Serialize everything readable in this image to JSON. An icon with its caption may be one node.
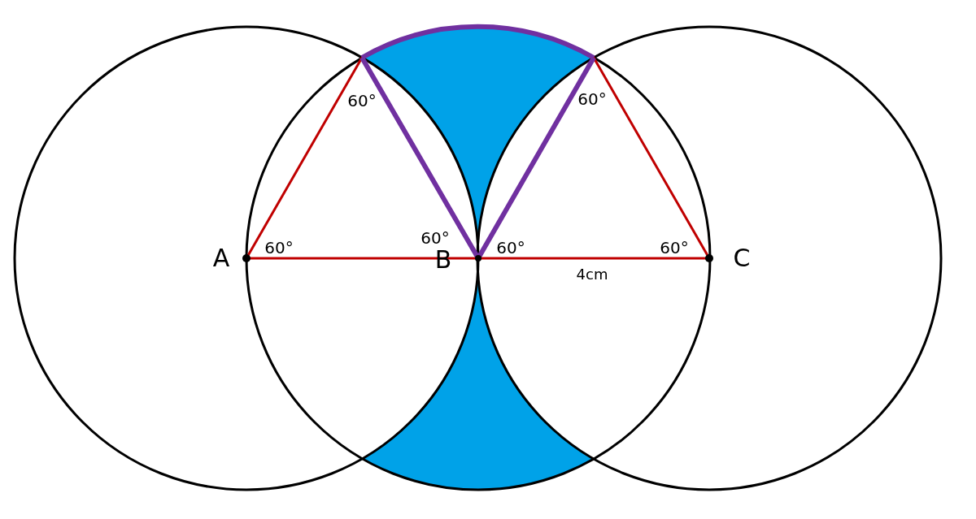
{
  "diagram": {
    "labels": [
      "60°",
      "60°",
      "60°",
      "A",
      "60°",
      "B",
      "60°",
      "60°",
      "C",
      "4cm"
    ]
  }
}
